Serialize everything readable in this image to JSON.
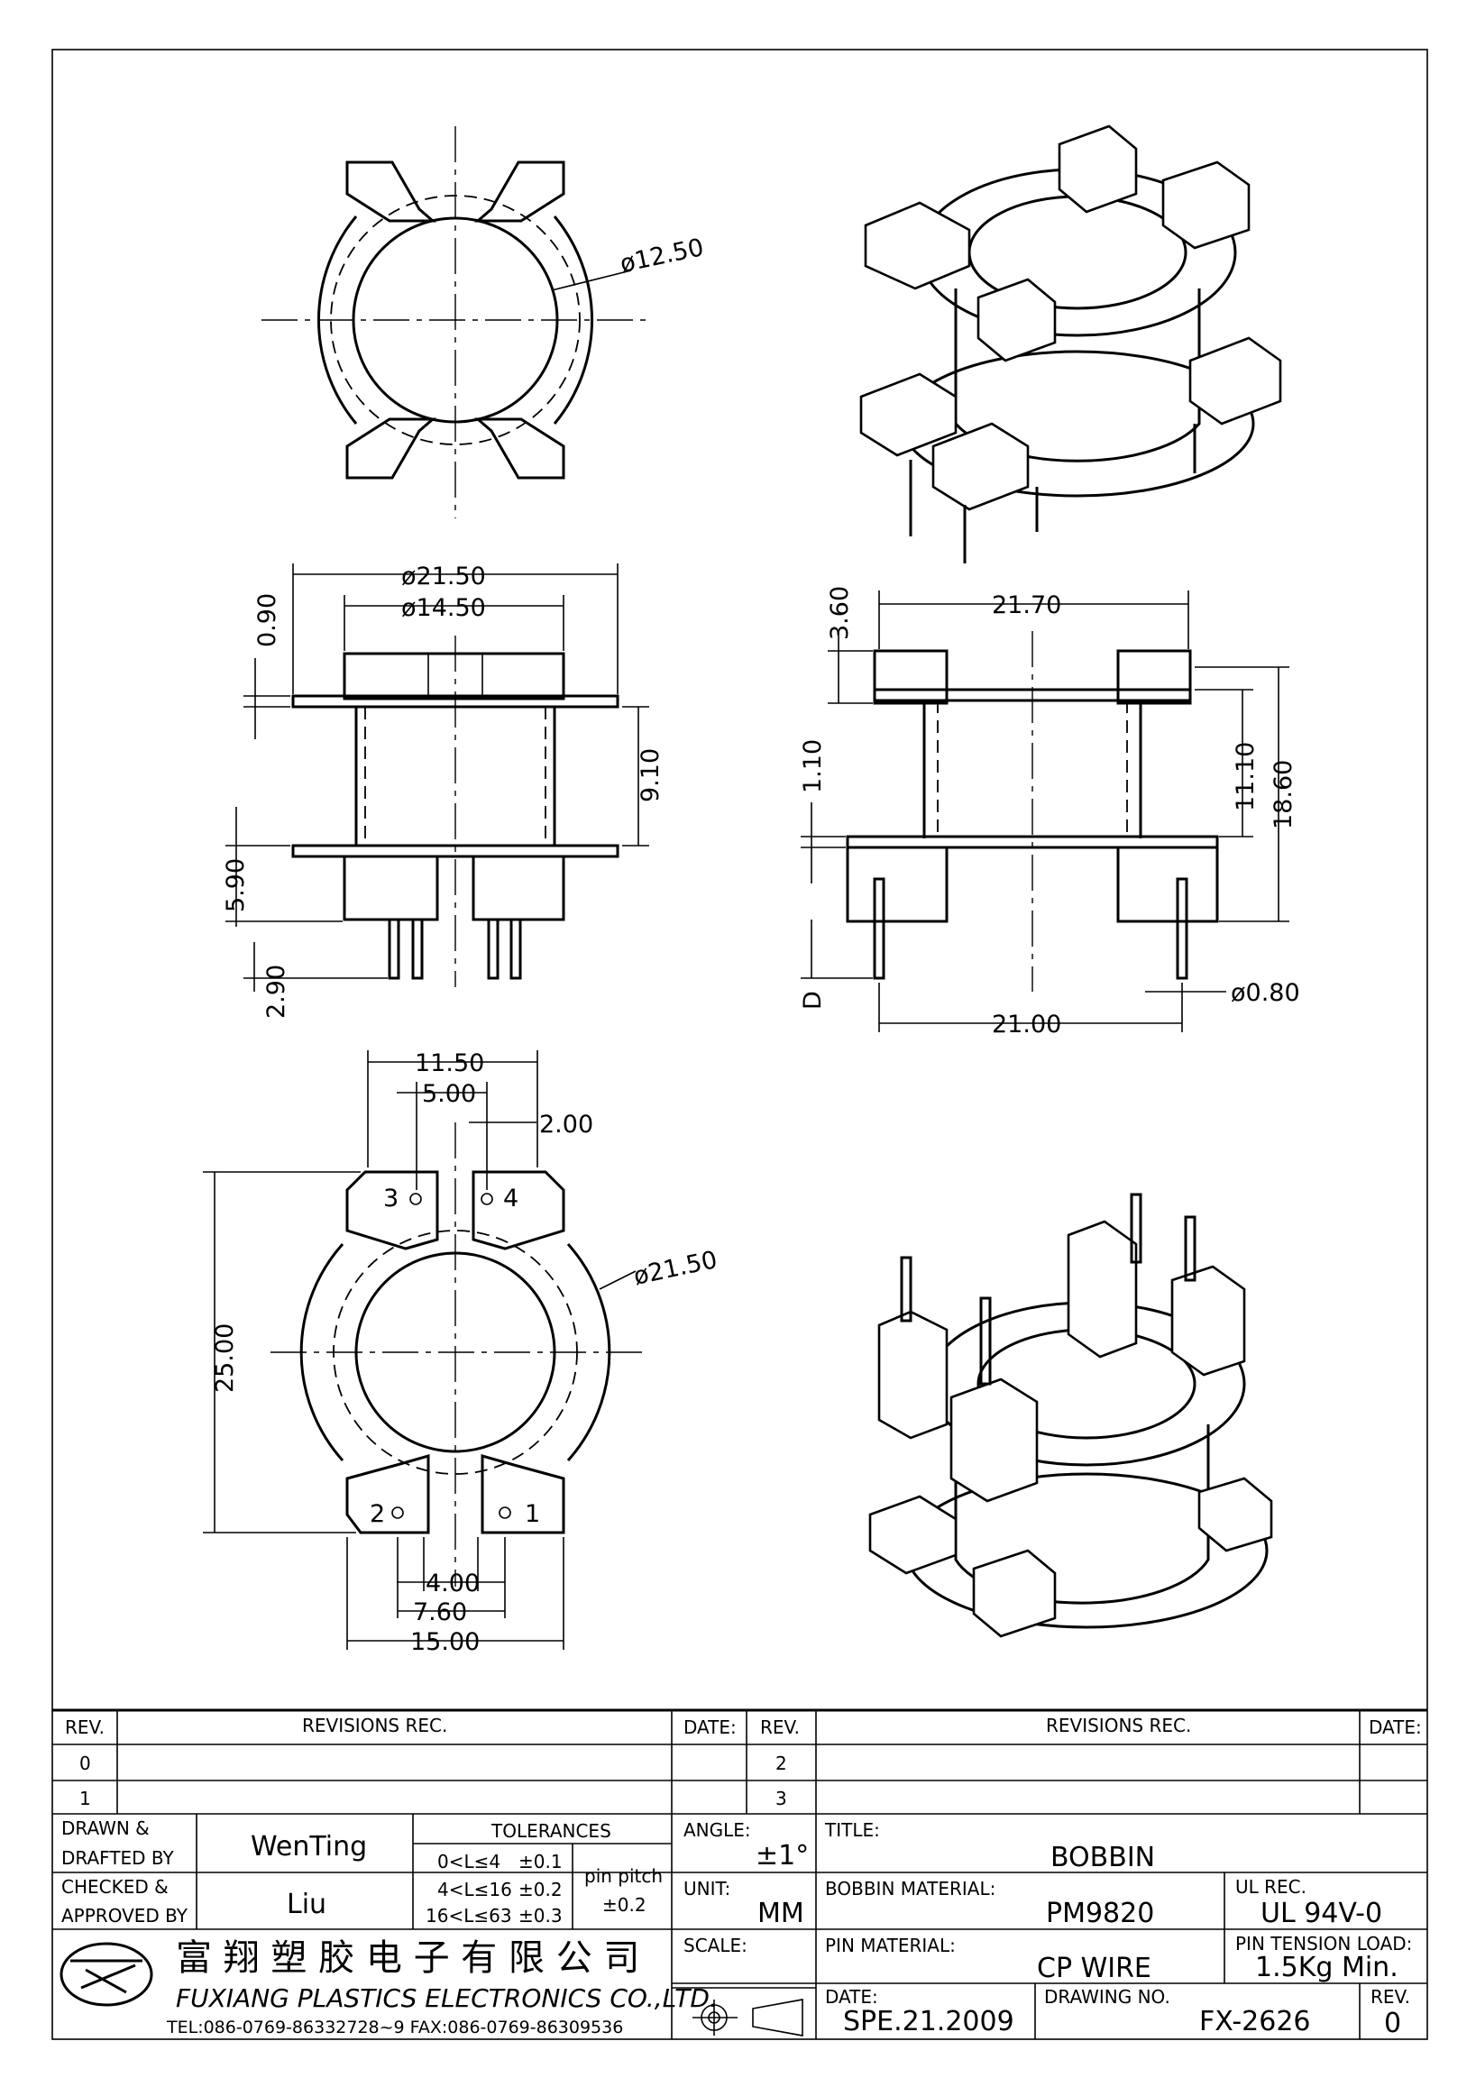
{
  "dimensions": {
    "top_view": {
      "diameter": "ø12.50"
    },
    "front_view": {
      "outer_diameter": "ø21.50",
      "inner_diameter": "ø14.50",
      "top_flange": "0.90",
      "winding_height": "9.10",
      "base_height": "5.90",
      "pin_length": "2.90"
    },
    "side_view": {
      "top_height": "3.60",
      "width": "21.70",
      "inner_height": "11.10",
      "total_height": "18.60",
      "flange": "1.10",
      "pin_drop": "D",
      "pin_span": "21.00",
      "pin_diameter": "ø0.80"
    },
    "bottom_view": {
      "width_top": "11.50",
      "inner_top": "5.00",
      "pin_offset": "2.00",
      "height": "25.00",
      "diameter": "ø21.50",
      "pin_pitch_small": "4.00",
      "pin_pitch_mid": "7.60",
      "width_bottom": "15.00",
      "pin_labels": [
        "1",
        "2",
        "3",
        "4"
      ]
    }
  },
  "title_block": {
    "rev_label": "REV.",
    "revisions_label": "REVISIONS  REC.",
    "date_label": "DATE:",
    "rev_rows_left": [
      "0",
      "1"
    ],
    "rev_rows_right": [
      "2",
      "3"
    ],
    "drawn_label": "DRAWN &\nDRAFTED BY",
    "drawn_line1": "DRAWN &",
    "drawn_line2": "DRAFTED BY",
    "drawn_by": "WenTing",
    "checked_line1": "CHECKED &",
    "checked_line2": "APPROVED BY",
    "checked_by": "Liu",
    "tolerances_label": "TOLERANCES",
    "tol_rows": [
      {
        "range": "0<L≤4",
        "tol": "±0.1"
      },
      {
        "range": "4<L≤16",
        "tol": "±0.2"
      },
      {
        "range": "16<L≤63",
        "tol": "±0.3"
      }
    ],
    "pin_pitch_label": "pin pitch",
    "pin_pitch_tol": "±0.2",
    "angle_label": "ANGLE:",
    "angle_value": "±1°",
    "unit_label": "UNIT:",
    "unit_value": "MM",
    "scale_label": "SCALE:",
    "title_label": "TITLE:",
    "title_value": "BOBBIN",
    "bobbin_material_label": "BOBBIN MATERIAL:",
    "bobbin_material": "PM9820",
    "ul_label": "UL REC.",
    "ul_value": "UL 94V-0",
    "pin_material_label": "PIN MATERIAL:",
    "pin_material": "CP WIRE",
    "pin_tension_label": "PIN TENSION LOAD:",
    "pin_tension": "1.5Kg Min.",
    "date_value_label": "DATE:",
    "date_value": "SPE.21.2009",
    "drawing_no_label": "DRAWING NO.",
    "drawing_no": "FX-2626",
    "rev_value_label": "REV.",
    "rev_value": "0",
    "company_cn": "富 翔 塑 胶 电 子 有 限 公 司",
    "company_en": "FUXIANG PLASTICS ELECTRONICS CO.,LTD.",
    "contact": "TEL:086-0769-86332728~9  FAX:086-0769-86309536"
  }
}
